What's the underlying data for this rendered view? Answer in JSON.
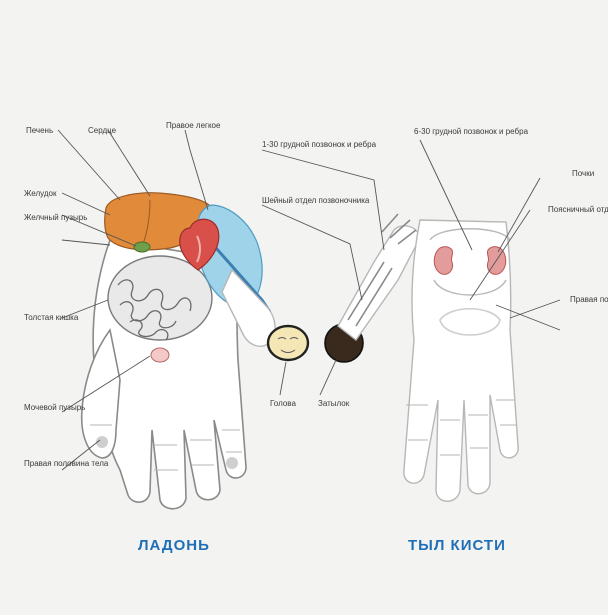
{
  "captions": {
    "left": "ЛАДОНЬ",
    "right": "ТЫЛ КИСТИ"
  },
  "labels": {
    "l1": "Печень",
    "l2": "Сердце",
    "l3": "Правое легкое",
    "l4": "Желудок",
    "l5": "Желчный пузырь",
    "l6": "Толстая кишка",
    "l7": "Мочевой пузырь",
    "l8": "Правая половина тела",
    "m1": "1-30 грудной позвонок и ребра",
    "m2": "Шейный отдел позвоночника",
    "m3": "Голова",
    "m4": "Затылок",
    "r1": "6-30 грудной позвонок и ребра",
    "r2": "Почки",
    "r3": "Поясничный отдел позвоночника",
    "r4": "Правая половина тела"
  },
  "colors": {
    "liver": "#e08a3a",
    "heart": "#d9504a",
    "lung": "#9fd3ea",
    "caption": "#1f6fb8"
  }
}
